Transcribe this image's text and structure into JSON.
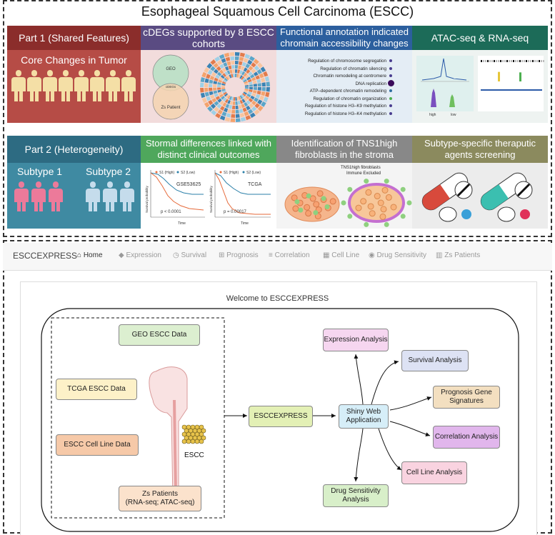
{
  "figure": {
    "title": "Esophageal Squamous Cell Carcinoma (ESCC)",
    "row1": [
      {
        "header": "Part 1 (Shared Features)",
        "subtitle": "Core Changes in Tumor",
        "header_color": "#8b2d2b",
        "bg": "#b64c46"
      },
      {
        "header": "cDEGs supported by 8 ESCC cohorts",
        "header_color": "#5a4b82",
        "bg": "#f2dcdc"
      },
      {
        "header": "Functional annotation indicated chromain accessibility changes",
        "header_color": "#2c5f9e",
        "bg": "#e4edf5"
      },
      {
        "header": "ATAC-seq & RNA-seq",
        "header_color": "#1c6b58",
        "bg": "#eef3f1"
      }
    ],
    "row2": [
      {
        "header": "Part 2 (Heterogeneity)",
        "header_color": "#2d6b82",
        "bg": "#3f8aa2"
      },
      {
        "header": "Stormal differences linked with distinct clinical outcomes",
        "header_color": "#4fa75c",
        "bg": "#ffffff"
      },
      {
        "header": "Identification of TNS1high fibroblasts in the stroma",
        "header_color": "#888888",
        "bg": "#f4f4f4"
      },
      {
        "header": "Subtype-specific theraputic agents screening",
        "header_color": "#8b8a5e",
        "bg": "#ececec"
      }
    ],
    "subtypes": [
      "Subtype 1",
      "Subtype 2"
    ],
    "venn": {
      "top": "GEO",
      "overlap": "cDEGs",
      "bottom": "Zs Patient"
    },
    "go_terms": [
      "Regulation of chromosome segregation",
      "Regulation of chromatin silencing",
      "Chromatin remodeling at centromere",
      "DNA replication",
      "ATP–dependent chromatin remodeling",
      "Regulation of chromatin organization",
      "Regulation of histone H3–K9 methylation",
      "Regulation of histone H3–K4 methylation"
    ],
    "go_dot_colors": [
      "#4a3d8f",
      "#4a3d8f",
      "#4a3d8f",
      "#3a0a5a",
      "#2f6fa0",
      "#4caf50",
      "#4a3d8f",
      "#4a3d8f"
    ],
    "km1": {
      "dataset": "GSE53625",
      "pvalue": "p < 0.0001",
      "legend": [
        "S1 (High)",
        "S2 (Low)"
      ],
      "xlabel": "Time",
      "ylabel": "Survival probability"
    },
    "km2": {
      "dataset": "TCGA",
      "pvalue": "p = 0.00017",
      "legend": [
        "S1 (High)",
        "S2 (Low)"
      ],
      "xlabel": "Time",
      "ylabel": "Survival probability"
    },
    "tns1_label": "TNS1high fibroblasts",
    "tns1_sub": "Immune Excluded",
    "hi_label": "high",
    "low_label": "low"
  },
  "webapp": {
    "brand": "ESCCEXPRESS",
    "nav": [
      "Home",
      "Expression",
      "Survival",
      "Prognosis",
      "Correlation",
      "Cell Line",
      "Drug Sensitivity",
      "Zs Patients"
    ],
    "welcome": "Welcome to ESCCEXPRESS",
    "inputs": [
      "GEO ESCC Data",
      "TCGA ESCC Data",
      "ESCC Cell Line Data",
      "Zs Patients\n(RNA-seq; ATAC-seq)"
    ],
    "tumor_label": "ESCC",
    "core": "ESCCEXPRESS",
    "shiny": "Shiny Web Application",
    "outputs": [
      "Expression Analysis",
      "Survival Analysis",
      "Prognosis Gene Signatures",
      "Correlation Analysis",
      "Cell Line Analysis",
      "Drug Sensitivity Analysis"
    ]
  },
  "colors": {
    "geo": "#dcefd0",
    "tcga": "#fdf1c8",
    "cellline": "#f6c9a8",
    "zs": "#fbe2cc",
    "core": "#e3f0b5",
    "shiny": "#d6eef8",
    "expression": "#f6d6f0",
    "survival": "#dde2f4",
    "prognosis": "#f3dfc0",
    "correlation": "#e1b6ec",
    "cellline_out": "#f9d3e0",
    "drug": "#d8efc9"
  }
}
